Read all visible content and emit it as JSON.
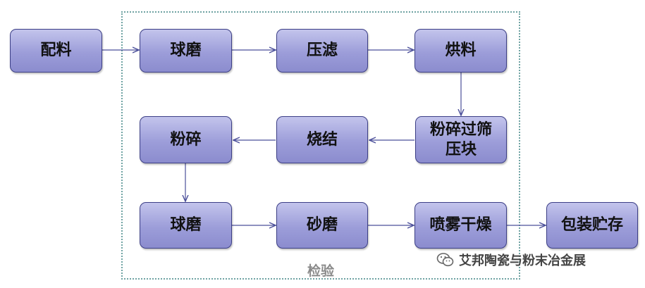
{
  "nodes": {
    "peiliao": "配料",
    "qiumo_1": "球磨",
    "yalv": "压滤",
    "hongliao": "烘料",
    "fensui_guoshai_yakuai": "粉碎过筛\n压块",
    "shaojie": "烧结",
    "fensui": "粉碎",
    "qiumo_2": "球磨",
    "shamo": "砂磨",
    "penwu_ganzao": "喷雾干燥",
    "baozhuang_zhucun": "包装贮存"
  },
  "frame_label": "检验",
  "watermark": {
    "icon": "wechat-icon",
    "text": "艾邦陶瓷与粉末冶金展"
  },
  "colors": {
    "node_fill_top": "#c3c4ec",
    "node_fill_bottom": "#8b8cce",
    "node_border": "#3c3f86",
    "arrow": "#4b4f9a",
    "frame_border": "#6fa3a3"
  }
}
